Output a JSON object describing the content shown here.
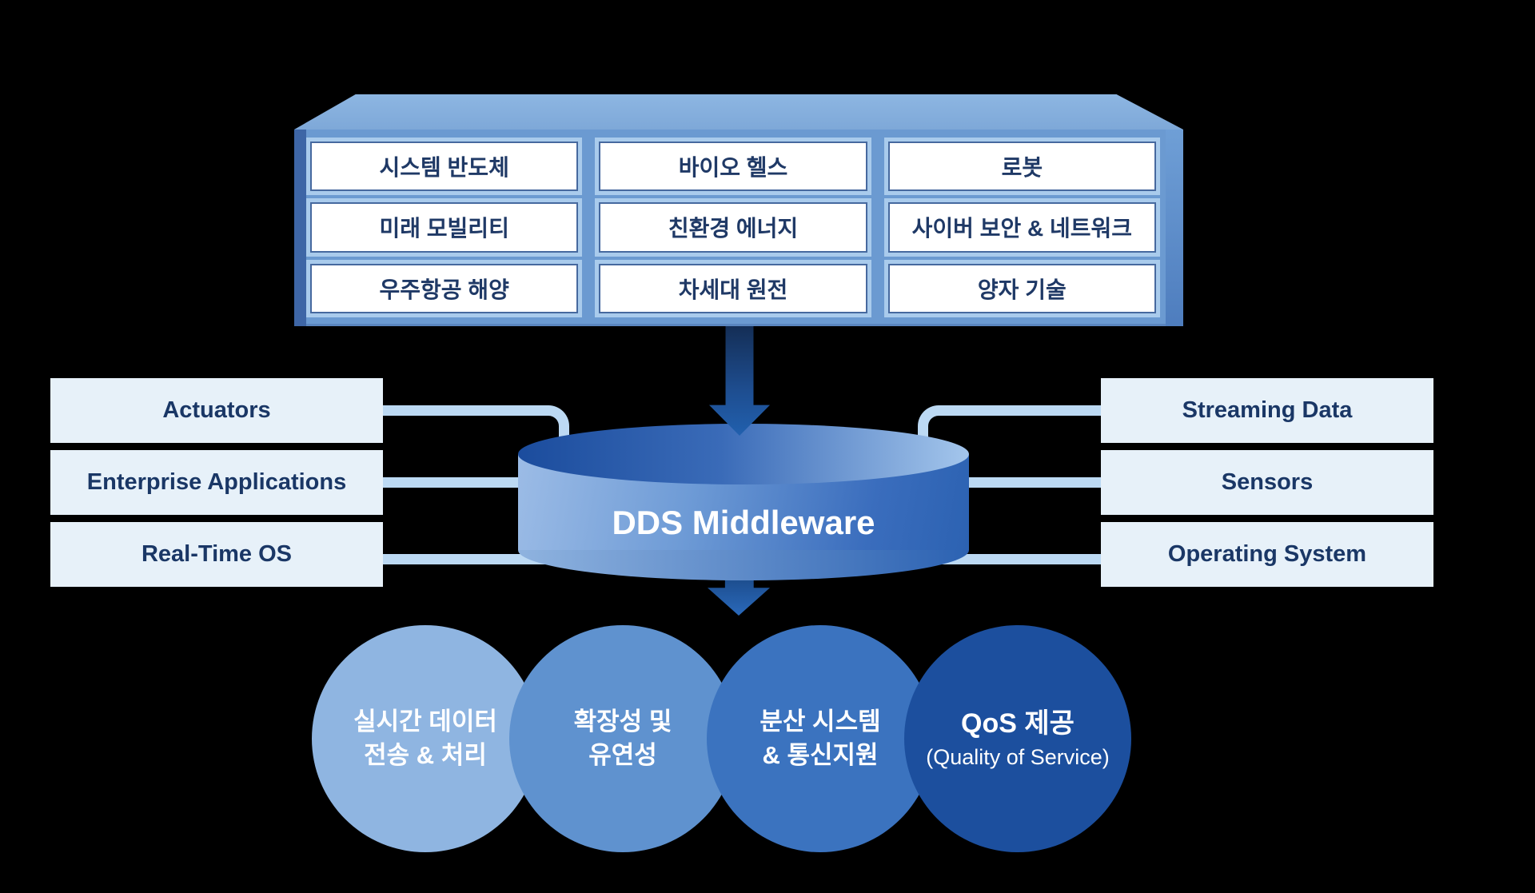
{
  "industry_box": {
    "rows": [
      {
        "cells": [
          "시스템 반도체",
          "바이오 헬스",
          "로봇"
        ]
      },
      {
        "cells": [
          "미래 모빌리티",
          "친환경 에너지",
          "사이버 보안 & 네트워크"
        ]
      },
      {
        "cells": [
          "우주항공 해양",
          "차세대 원전",
          "양자 기술"
        ]
      }
    ]
  },
  "left_column": {
    "items": [
      "Actuators",
      "Enterprise Applications",
      "Real-Time OS"
    ]
  },
  "right_column": {
    "items": [
      "Streaming Data",
      "Sensors",
      "Operating System"
    ]
  },
  "middleware": {
    "label": "DDS Middleware"
  },
  "features": [
    {
      "line1": "실시간 데이터",
      "line2": "전송 & 처리",
      "color": "#8FB5E1"
    },
    {
      "line1": "확장성 및",
      "line2": "유연성",
      "color": "#5F92CF"
    },
    {
      "line1": "분산 시스템",
      "line2": "& 통신지원",
      "color": "#3B73BF"
    },
    {
      "line1": "QoS 제공",
      "line2": "(Quality of Service)",
      "color": "#1C4F9E"
    }
  ],
  "colors": {
    "background": "#000000",
    "box_front": "#6B9AD1",
    "box_top_face": "#8DB6E2",
    "box_side_face": "#4E7DBE",
    "cell_fill": "#FFFFFF",
    "cell_border": "#46699F",
    "cell_bevel": "#A9CBEC",
    "cell_text": "#1F3966",
    "side_box_fill": "#E7F1F9",
    "side_box_text": "#1A3766",
    "connector": "#BCD9F3",
    "arrow_dark": "#142E56",
    "arrow_light": "#2A69BA",
    "cylinder_left": "#9CBCE6",
    "cylinder_right": "#2C62B2",
    "cylinder_cap_dark": "#1B4C9D",
    "middleware_text": "#FFFFFF"
  }
}
